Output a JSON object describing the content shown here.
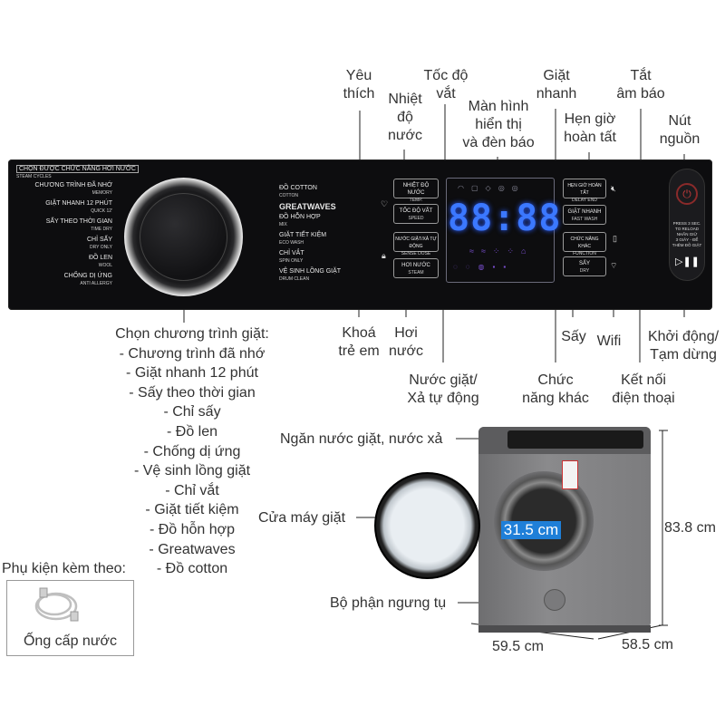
{
  "top_labels": {
    "yeu_thich": [
      "Yêu",
      "thích"
    ],
    "nhiet_do": [
      "Nhiệt",
      "độ",
      "nước"
    ],
    "toc_do_vat": [
      "Tốc độ",
      "vắt"
    ],
    "man_hinh": [
      "Màn hình",
      "hiển thị",
      "và đèn báo"
    ],
    "giat_nhanh": [
      "Giặt",
      "nhanh"
    ],
    "hen_gio": [
      "Hẹn giờ",
      "hoàn tất"
    ],
    "tat_am_bao": [
      "Tắt",
      "âm báo"
    ],
    "nut_nguon": [
      "Nút",
      "nguồn"
    ]
  },
  "panel": {
    "steam_header": "CHỌN ĐƯỢC CHỨC NĂNG HƠI NƯỚC",
    "steam_sub": "STEAM CYCLES",
    "left_programs": [
      {
        "vi": "CHƯƠNG TRÌNH ĐÃ NHỚ",
        "en": "MEMORY"
      },
      {
        "vi": "GIẶT NHANH 12 PHÚT",
        "en": "QUICK 12'"
      },
      {
        "vi": "SẤY THEO THỜI GIAN",
        "en": "TIME DRY"
      },
      {
        "vi": "CHỈ SẤY",
        "en": "DRY ONLY"
      },
      {
        "vi": "ĐỒ LEN",
        "en": "WOOL"
      },
      {
        "vi": "CHỐNG DỊ ỨNG",
        "en": "ANTI ALLERGY"
      }
    ],
    "right_programs": [
      {
        "vi": "ĐỒ COTTON",
        "en": "COTTON"
      },
      {
        "vi": "GREATWAVES",
        "en": ""
      },
      {
        "vi": "ĐỒ HỖN HỢP",
        "en": "MIX"
      },
      {
        "vi": "GIẶT TIẾT KIỆM",
        "en": "ECO WASH"
      },
      {
        "vi": "CHỈ VẮT",
        "en": "SPIN ONLY"
      },
      {
        "vi": "VỆ SINH LỒNG GIẶT",
        "en": "DRUM CLEAN"
      }
    ],
    "buttons_left": [
      {
        "vi": "NHIỆT ĐỘ NƯỚC",
        "en": "TEMP."
      },
      {
        "vi": "TỐC ĐỘ VẮT",
        "en": "SPEED"
      },
      {
        "vi": "NƯỚC GIẶT/XẢ TỰ ĐỘNG",
        "en": "SENSE DOSE"
      },
      {
        "vi": "HƠI NƯỚC",
        "en": "STEAM"
      }
    ],
    "buttons_right": [
      {
        "vi": "HẸN GIỜ HOÀN TẤT",
        "en": "DELAY END"
      },
      {
        "vi": "GIẶT NHANH",
        "en": "FAST WASH"
      },
      {
        "vi": "CHỨC NĂNG KHÁC",
        "en": "FUNCTION"
      },
      {
        "vi": "SẤY",
        "en": "DRY"
      }
    ],
    "display_digits": "88:88",
    "power_hint": [
      "PRESS 3 SEC.",
      "TO RELOAD",
      "NHẤN GIỮ",
      "3 GIÂY - ĐỂ",
      "THÊM ĐỒ GIẶT"
    ]
  },
  "programs_list": {
    "title": "Chọn chương trình giặt:",
    "items": [
      "- Chương trình đã nhớ",
      "- Giặt nhanh 12 phút",
      "- Sấy theo thời gian",
      "- Chỉ sấy",
      "- Đồ len",
      "- Chống dị ứng",
      "- Vệ sinh lồng giặt",
      "- Chỉ vắt",
      "- Giặt tiết kiệm",
      "- Đồ hỗn hợp",
      "- Greatwaves",
      "- Đồ cotton"
    ]
  },
  "bottom_labels": {
    "khoa_tre_em": [
      "Khoá",
      "trẻ em"
    ],
    "hoi_nuoc": [
      "Hơi",
      "nước"
    ],
    "nuoc_giat": [
      "Nước giặt/",
      "Xả tự động"
    ],
    "chuc_nang_khac": [
      "Chức",
      "năng khác"
    ],
    "say": "Sấy",
    "wifi": "Wifi",
    "ket_noi": [
      "Kết nối",
      "điện thoại"
    ],
    "khoi_dong": [
      "Khởi động/",
      "Tạm dừng"
    ]
  },
  "machine_labels": {
    "ngan_nuoc": "Ngăn nước giặt, nước xả",
    "cua": "Cửa máy giặt",
    "bo_phan": "Bộ phận ngưng tụ",
    "door_dim": "31.5 cm",
    "height": "83.8 cm",
    "width": "59.5 cm",
    "depth": "58.5 cm"
  },
  "accessory": {
    "title": "Phụ kiện kèm theo:",
    "item": "Ống cấp nước"
  }
}
